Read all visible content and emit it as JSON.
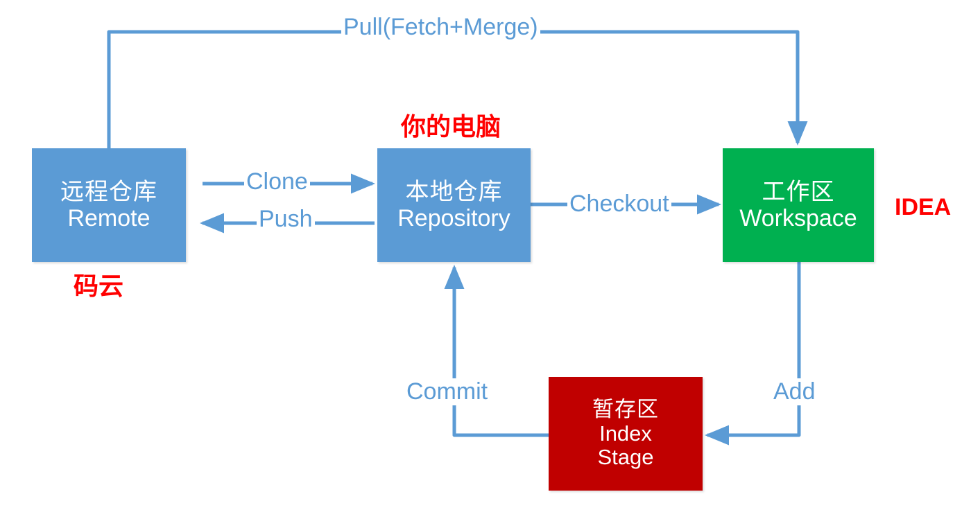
{
  "diagram": {
    "title_hidden": "Git workflow diagram",
    "colors": {
      "arrow": "#5b9bd5",
      "box_blue": "#5b9bd5",
      "box_green": "#00b050",
      "box_red": "#c00000",
      "annotation_red": "#ff0000",
      "text_white": "#ffffff",
      "background": "#ffffff"
    },
    "nodes": [
      {
        "id": "remote",
        "cn": "远程仓库",
        "en": "Remote",
        "color": "#5b9bd5"
      },
      {
        "id": "repository",
        "cn": "本地仓库",
        "en": "Repository",
        "color": "#5b9bd5"
      },
      {
        "id": "workspace",
        "cn": "工作区",
        "en": "Workspace",
        "color": "#00b050"
      },
      {
        "id": "index",
        "cn": "暂存区",
        "en": "Index",
        "en2": "Stage",
        "color": "#c00000"
      }
    ],
    "edges": [
      {
        "id": "pull",
        "label": "Pull(Fetch+Merge)",
        "from": "workspace",
        "to": "remote"
      },
      {
        "id": "clone",
        "label": "Clone",
        "from": "remote",
        "to": "repository"
      },
      {
        "id": "push",
        "label": "Push",
        "from": "repository",
        "to": "remote"
      },
      {
        "id": "checkout",
        "label": "Checkout",
        "from": "repository",
        "to": "workspace"
      },
      {
        "id": "commit",
        "label": "Commit",
        "from": "index",
        "to": "repository"
      },
      {
        "id": "add",
        "label": "Add",
        "from": "workspace",
        "to": "index"
      }
    ],
    "annotations": [
      {
        "id": "your-pc",
        "text": "你的电脑",
        "target": "repository"
      },
      {
        "id": "gitee",
        "text": "码云",
        "target": "remote"
      },
      {
        "id": "idea",
        "text": "IDEA",
        "target": "workspace"
      }
    ]
  }
}
